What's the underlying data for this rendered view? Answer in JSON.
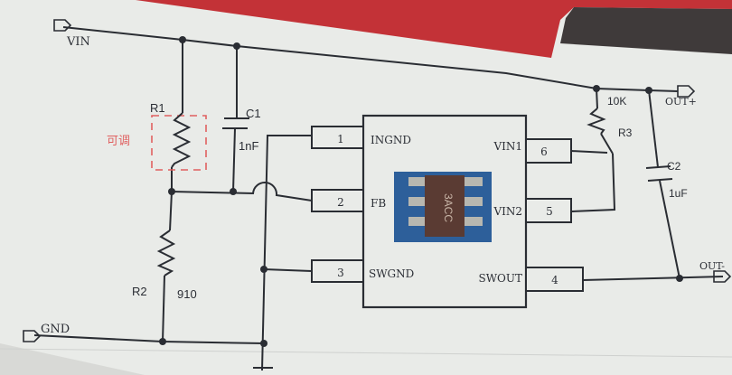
{
  "nets": {
    "vin": "VIN",
    "gnd": "GND",
    "out_plus": "OUT+",
    "out_minus": "OUT-"
  },
  "r1": {
    "ref": "R1",
    "note": "可调"
  },
  "c1": {
    "ref": "C1",
    "value": "1nF"
  },
  "r2": {
    "ref": "R2",
    "value": "910"
  },
  "r3": {
    "ref": "R3",
    "value": "10K"
  },
  "c2": {
    "ref": "C2",
    "value": "1uF"
  },
  "ic": {
    "marking": "3ACC",
    "pins": [
      {
        "num": "1",
        "name": "INGND"
      },
      {
        "num": "2",
        "name": "FB"
      },
      {
        "num": "3",
        "name": "SWGND"
      },
      {
        "num": "4",
        "name": "SWOUT"
      },
      {
        "num": "5",
        "name": "VIN2"
      },
      {
        "num": "6",
        "name": "VIN1"
      }
    ]
  },
  "colors": {
    "paper": "#e9ebe8",
    "ink": "#2a2d33",
    "red_band": "#c33237",
    "dark_band": "#3f3a3a",
    "note": "#e06060"
  }
}
